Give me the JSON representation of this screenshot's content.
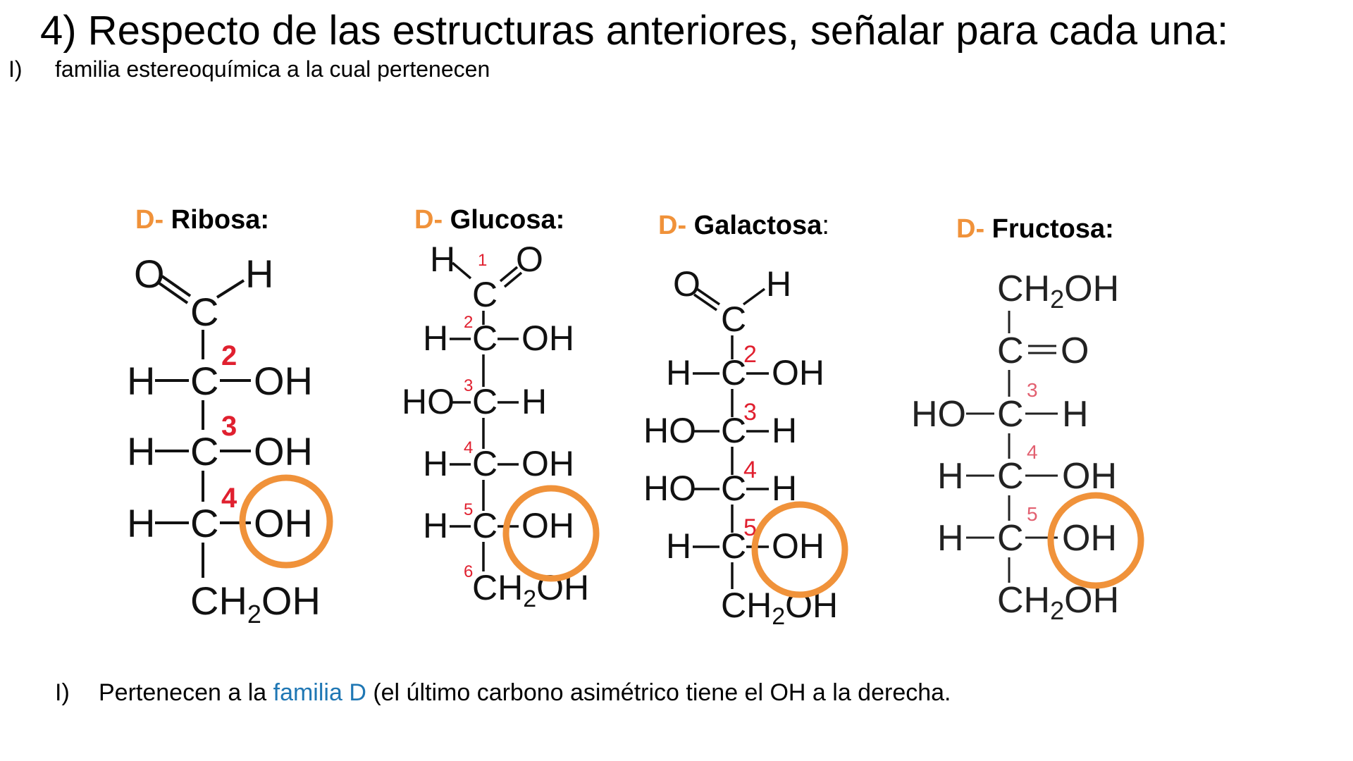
{
  "question": {
    "title": "4) Respecto de las estructuras anteriores, señalar para cada una:",
    "sub_item_number": "I)",
    "sub_item_text": "familia estereoquímica a la cual pertenecen"
  },
  "colors": {
    "prefix_orange": "#F0923A",
    "circle_orange": "#F0923A",
    "carbon_number_red": "#E0202F",
    "highlight_blue": "#1F77B4"
  },
  "molecules": [
    {
      "prefix": "D-",
      "name": "Ribosa",
      "colon": ":",
      "top_group": {
        "left": "O",
        "right": "H",
        "center": "C"
      },
      "rows": [
        {
          "carbon_number": "2",
          "left": "H",
          "right": "OH"
        },
        {
          "carbon_number": "3",
          "left": "H",
          "right": "OH"
        },
        {
          "carbon_number": "4",
          "left": "H",
          "right": "OH",
          "circled": true
        }
      ],
      "bottom_group": "CH2OH"
    },
    {
      "prefix": "D-",
      "name": "Glucosa",
      "colon": ":",
      "top_group": {
        "left": "H",
        "right": "O",
        "center": "C",
        "carbon_number": "1"
      },
      "rows": [
        {
          "carbon_number": "2",
          "left": "H",
          "right": "OH"
        },
        {
          "carbon_number": "3",
          "left": "HO",
          "right": "H"
        },
        {
          "carbon_number": "4",
          "left": "H",
          "right": "OH"
        },
        {
          "carbon_number": "5",
          "left": "H",
          "right": "OH",
          "circled": true
        }
      ],
      "bottom_group": "CH2OH",
      "bottom_carbon_number": "6"
    },
    {
      "prefix": "D-",
      "name": "Galactosa",
      "colon": ":",
      "top_group": {
        "left": "O",
        "right": "H",
        "center": "C"
      },
      "rows": [
        {
          "carbon_number": "2",
          "left": "H",
          "right": "OH"
        },
        {
          "carbon_number": "3",
          "left": "HO",
          "right": "H"
        },
        {
          "carbon_number": "4",
          "left": "HO",
          "right": "H"
        },
        {
          "carbon_number": "5",
          "left": "H",
          "right": "OH",
          "circled": true
        }
      ],
      "bottom_group": "CH2OH"
    },
    {
      "prefix": "D-",
      "name": "Fructosa",
      "colon": ":",
      "top_group_text": "CH2OH",
      "keto_group": "C=O",
      "rows": [
        {
          "carbon_number": "3",
          "left": "HO",
          "right": "H"
        },
        {
          "carbon_number": "4",
          "left": "H",
          "right": "OH"
        },
        {
          "carbon_number": "5",
          "left": "H",
          "right": "OH",
          "circled": true
        }
      ],
      "bottom_group": "CH2OH"
    }
  ],
  "answer": {
    "number": "I)",
    "text_before": "Pertenecen a la ",
    "highlight": "familia D",
    "text_after": " (el último carbono asimétrico tiene el OH a la derecha."
  },
  "labels": {
    "C": "C",
    "H": "H",
    "O": "O",
    "OH": "OH",
    "HO": "HO",
    "CH": "CH",
    "sub2": "2"
  }
}
